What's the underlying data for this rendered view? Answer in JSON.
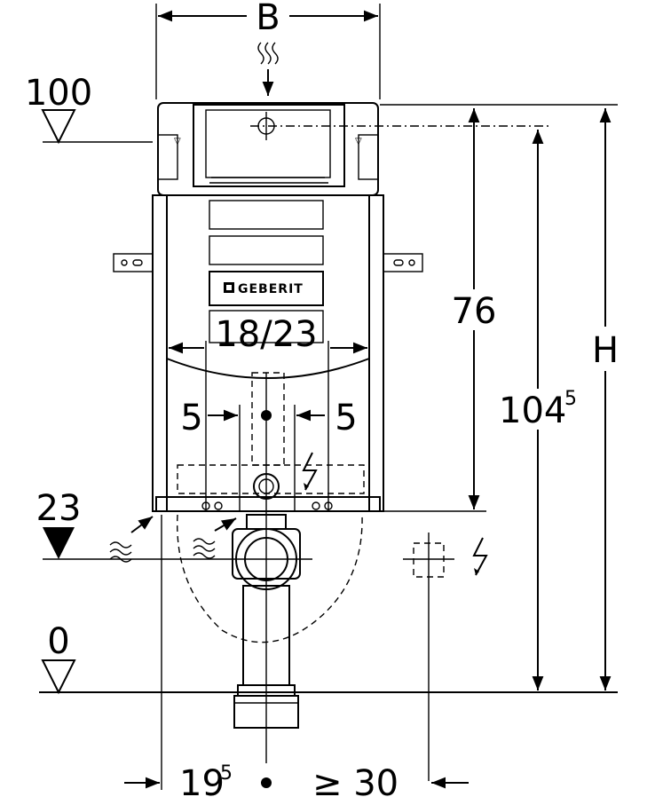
{
  "dimensions": {
    "width_label": "B",
    "height_label": "H",
    "level_top": "100",
    "level_mid": "23",
    "level_floor": "0",
    "dim_76": "76",
    "dim_104_base": "104",
    "dim_104_sup": "5",
    "dim_flush": "18/23",
    "dim_left_5": "5",
    "dim_right_5": "5",
    "dim_19_base": "19",
    "dim_19_sup": "5",
    "dim_min_30": "≥ 30"
  },
  "brand": {
    "logo_text": "GEBERIT"
  }
}
